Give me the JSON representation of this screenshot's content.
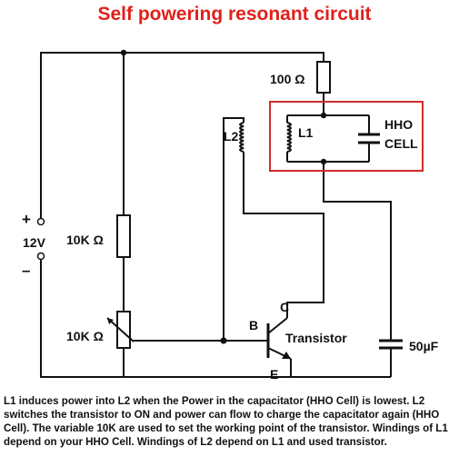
{
  "title": "Self powering resonant circuit",
  "labels": {
    "r_top": "100 Ω",
    "l1": "L1",
    "l2": "L2",
    "hho": "HHO",
    "cell": "CELL",
    "plus": "+",
    "minus": "–",
    "voltage": "12V",
    "r_fixed": "10K Ω",
    "r_var": "10K Ω",
    "base": "B",
    "collector": "C",
    "emitter": "E",
    "transistor": "Transistor",
    "capacitor": "50µF"
  },
  "caption": "L1 induces power into L2 when the Power in the capacitator (HHO Cell) is lowest. L2 switches the transistor to ON and power can flow to charge the capacitator again (HHO Cell). The variable 10K are used to set the working point of the transistor. Windings of L1 depend on your HHO Cell. Windings of L2 depend on L1 and used transistor.",
  "colors": {
    "title": "#e0201b",
    "highlight_box": "#d42a2a",
    "wire": "#111111"
  }
}
